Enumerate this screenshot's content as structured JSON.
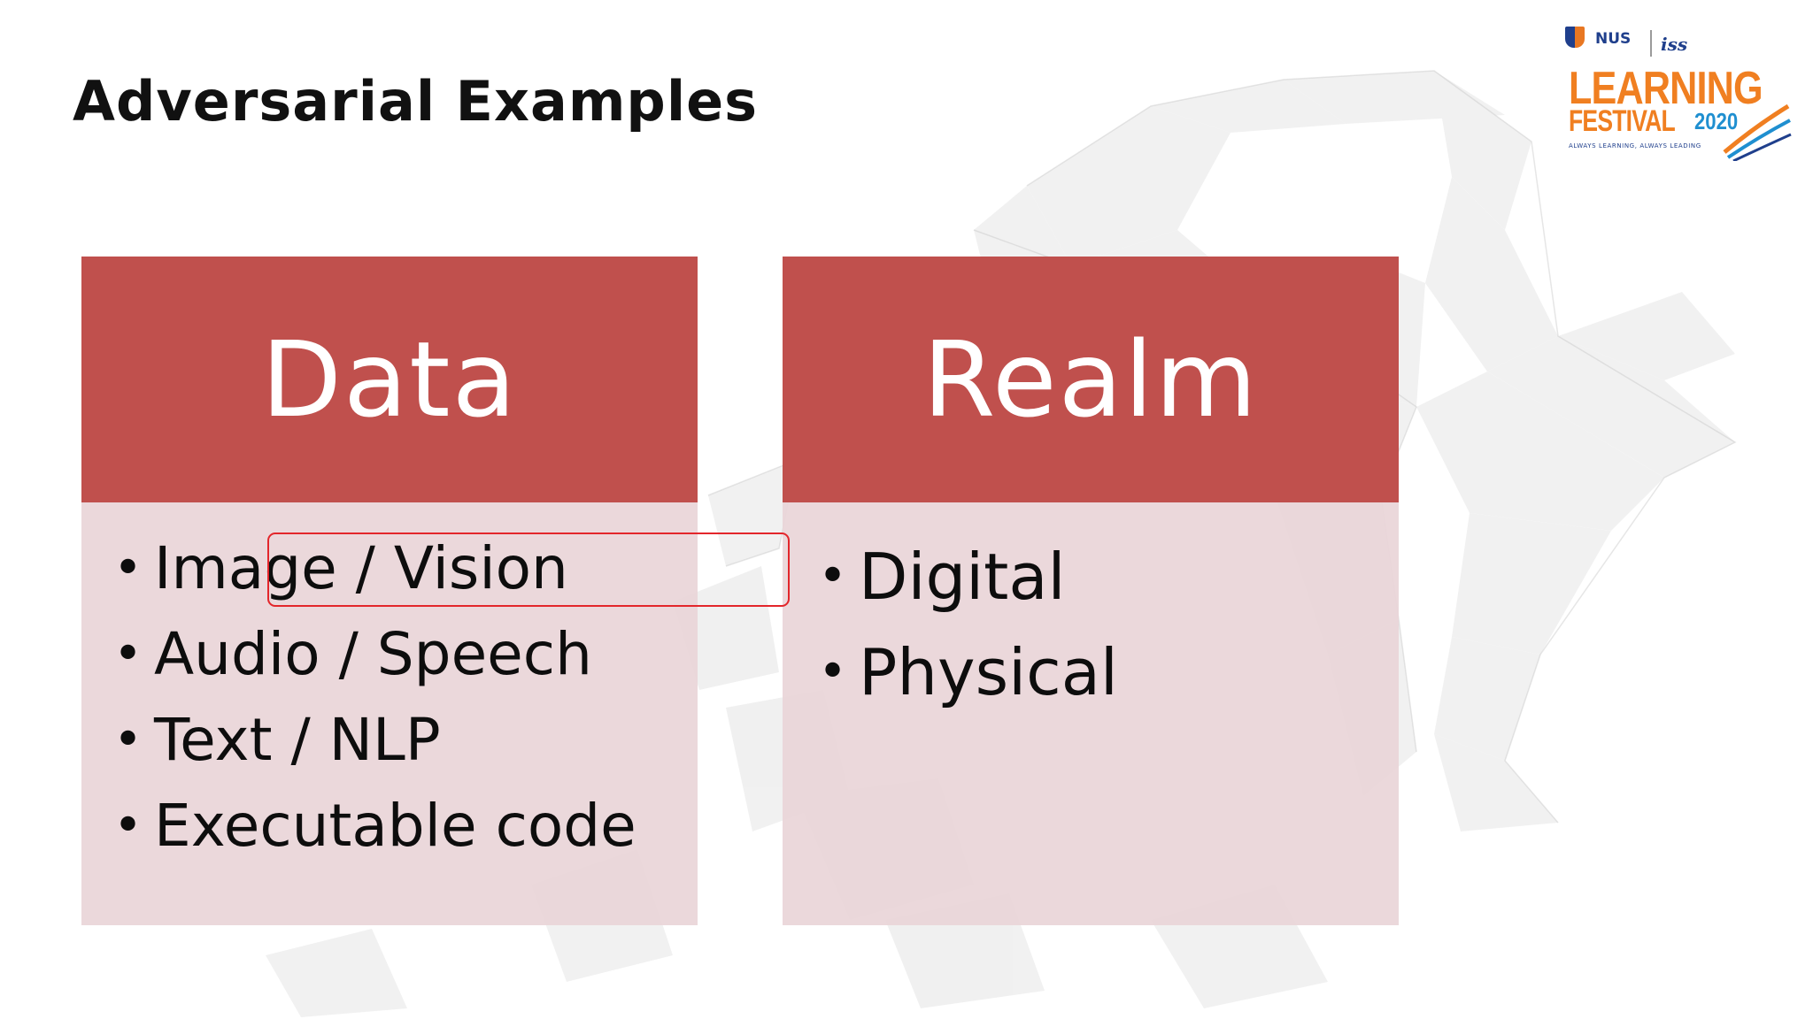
{
  "slide": {
    "title": "Adversarial Examples"
  },
  "cards": {
    "data": {
      "heading": "Data",
      "items": [
        "Image / Vision",
        "Audio / Speech",
        "Text / NLP",
        "Executable code"
      ]
    },
    "realm": {
      "heading": "Realm",
      "items": [
        "Digital",
        "Physical"
      ]
    }
  },
  "bullet_glyph": "•",
  "logo": {
    "nus": "NUS",
    "iss": "iss",
    "line1": "LEARNING",
    "line2": "FESTIVAL",
    "year": "2020",
    "tagline": "ALWAYS LEARNING, ALWAYS LEADING"
  },
  "colors": {
    "header_red": "#c0504d",
    "body_pink": "#ead5d8",
    "annotation_red": "#e3262b",
    "logo_orange": "#f07f21",
    "logo_blue": "#1f3f8c"
  }
}
